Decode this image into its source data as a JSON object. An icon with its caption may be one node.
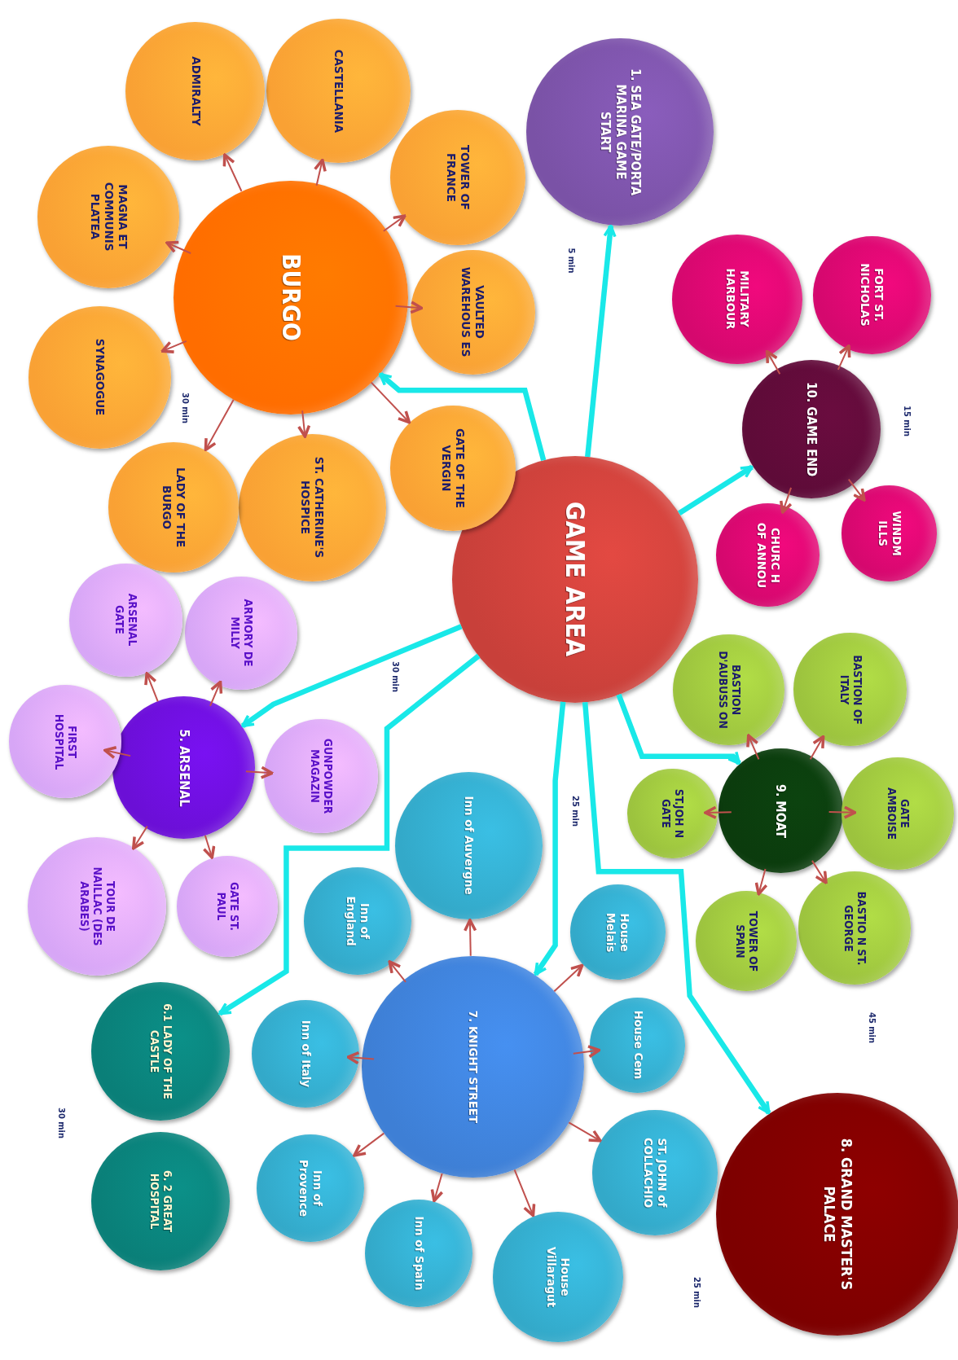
{
  "diagram": {
    "nodes": [
      {
        "text": [
          "GAME AREA"
        ]
      },
      {
        "text": [
          "1. SEA GATE/PORTA MARINA GAME START"
        ]
      },
      {
        "text": [
          "BURGO"
        ]
      },
      {
        "text": [
          "CASTELLANIA"
        ]
      },
      {
        "text": [
          "ADMIRALTY"
        ]
      },
      {
        "text": [
          "TOWER OF FRANCE"
        ]
      },
      {
        "text": [
          "MAGNA ET COMMUNIS PLATEA"
        ]
      },
      {
        "text": [
          "VAULTED WAREHOUS ES"
        ]
      },
      {
        "text": [
          "SYNAGOGUE"
        ]
      },
      {
        "text": [
          "GATE OF THE VERGIN"
        ]
      },
      {
        "text": [
          "ST. CATHERINE'S HOSPICE"
        ]
      },
      {
        "text": [
          "LADY OF THE BURGO"
        ]
      },
      {
        "text": [
          "10. GAME END"
        ]
      },
      {
        "text": [
          "FORT ST. NICHOLAS"
        ]
      },
      {
        "text": [
          "MILITARY HARBOUR"
        ]
      },
      {
        "text": [
          "WINDM ILLS"
        ]
      },
      {
        "text": [
          "CHURC H OF ANNOU"
        ]
      },
      {
        "text": [
          "5. ARSENAL"
        ]
      },
      {
        "text": [
          "ARMORY DE MILLY"
        ]
      },
      {
        "text": [
          "ARSENAL GATE"
        ]
      },
      {
        "text": [
          "FIRST HOSPITAL"
        ]
      },
      {
        "text": [
          "GUNPOWDER MAGAZIN"
        ]
      },
      {
        "text": [
          "TOUR DE NAILLAC (DES ARABES)"
        ]
      },
      {
        "text": [
          "GATE ST. PAUL"
        ]
      },
      {
        "text": [
          "9. MOAT"
        ]
      },
      {
        "text": [
          "BASTION OF ITALY"
        ]
      },
      {
        "text": [
          "BASTION D'AUBUSS ON"
        ]
      },
      {
        "text": [
          "ST.JOH N GATE"
        ]
      },
      {
        "text": [
          "GATE AMBOISE"
        ]
      },
      {
        "text": [
          "BASTIO N ST. GEORGE"
        ]
      },
      {
        "text": [
          "TOWER OF SPAIN"
        ]
      },
      {
        "text": [
          "7. KNIGHT STREET"
        ]
      },
      {
        "text": [
          "Inn of Auvergne"
        ]
      },
      {
        "text": [
          "House Melais"
        ]
      },
      {
        "text": [
          "Inn of England"
        ]
      },
      {
        "text": [
          "House Cem"
        ]
      },
      {
        "text": [
          "Inn of Italy"
        ]
      },
      {
        "text": [
          "ST. JOHN of COLLACHIO"
        ]
      },
      {
        "text": [
          "Inn of Provence"
        ]
      },
      {
        "text": [
          "Inn of Spain"
        ]
      },
      {
        "text": [
          "House Villaragut"
        ]
      },
      {
        "text": [
          "6.1 LADY OF THE CASTLE"
        ]
      },
      {
        "text": [
          "6. 2 GREAT HOSPITAL"
        ]
      },
      {
        "text": [
          "8. GRAND MASTER'S PALACE"
        ]
      }
    ],
    "edges": [
      {
        "from": 0,
        "to": 1,
        "arrow": "to",
        "style": "thick",
        "color": "#19e8e8"
      },
      {
        "from": 0,
        "to": 2,
        "arrow": "to",
        "style": "thick",
        "color": "#19e8e8"
      },
      {
        "from": 0,
        "to": 12,
        "arrow": "to",
        "style": "thick",
        "color": "#19e8e8"
      },
      {
        "from": 0,
        "to": 17,
        "arrow": "to",
        "style": "thick",
        "color": "#19e8e8"
      },
      {
        "from": 0,
        "to": 24,
        "arrow": "to",
        "style": "thick",
        "color": "#19e8e8"
      },
      {
        "from": 0,
        "to": 31,
        "arrow": "to",
        "style": "thick",
        "color": "#19e8e8"
      },
      {
        "from": 0,
        "to": 41,
        "arrow": "to",
        "style": "thick",
        "color": "#19e8e8"
      },
      {
        "from": 0,
        "to": 43,
        "arrow": "to",
        "style": "thick",
        "color": "#19e8e8"
      },
      {
        "from": 2,
        "to": 3,
        "arrow": "to"
      },
      {
        "from": 2,
        "to": 4,
        "arrow": "to"
      },
      {
        "from": 2,
        "to": 5,
        "arrow": "to"
      },
      {
        "from": 2,
        "to": 6,
        "arrow": "to"
      },
      {
        "from": 2,
        "to": 7,
        "arrow": "to"
      },
      {
        "from": 2,
        "to": 8,
        "arrow": "to"
      },
      {
        "from": 2,
        "to": 9,
        "arrow": "to"
      },
      {
        "from": 2,
        "to": 10,
        "arrow": "to"
      },
      {
        "from": 2,
        "to": 11,
        "arrow": "to"
      },
      {
        "from": 12,
        "to": 13,
        "arrow": "to"
      },
      {
        "from": 12,
        "to": 14,
        "arrow": "to"
      },
      {
        "from": 12,
        "to": 15,
        "arrow": "to"
      },
      {
        "from": 12,
        "to": 16,
        "arrow": "to"
      },
      {
        "from": 17,
        "to": 18,
        "arrow": "to"
      },
      {
        "from": 17,
        "to": 19,
        "arrow": "to"
      },
      {
        "from": 17,
        "to": 20,
        "arrow": "to"
      },
      {
        "from": 17,
        "to": 21,
        "arrow": "to"
      },
      {
        "from": 17,
        "to": 22,
        "arrow": "to"
      },
      {
        "from": 17,
        "to": 23,
        "arrow": "to"
      },
      {
        "from": 24,
        "to": 25,
        "arrow": "to"
      },
      {
        "from": 24,
        "to": 26,
        "arrow": "to"
      },
      {
        "from": 24,
        "to": 27,
        "arrow": "to"
      },
      {
        "from": 24,
        "to": 28,
        "arrow": "to"
      },
      {
        "from": 24,
        "to": 29,
        "arrow": "to"
      },
      {
        "from": 24,
        "to": 30,
        "arrow": "to"
      },
      {
        "from": 31,
        "to": 32,
        "arrow": "to"
      },
      {
        "from": 31,
        "to": 33,
        "arrow": "to"
      },
      {
        "from": 31,
        "to": 34,
        "arrow": "to"
      },
      {
        "from": 31,
        "to": 35,
        "arrow": "to"
      },
      {
        "from": 31,
        "to": 36,
        "arrow": "to"
      },
      {
        "from": 31,
        "to": 37,
        "arrow": "to"
      },
      {
        "from": 31,
        "to": 38,
        "arrow": "to"
      },
      {
        "from": 31,
        "to": 39,
        "arrow": "to"
      },
      {
        "from": 31,
        "to": 40,
        "arrow": "to"
      }
    ],
    "labels": [
      "5 min",
      "30 min",
      "15 min",
      "30 min",
      "25 min",
      "45 min",
      "30 min",
      "25 min"
    ]
  }
}
